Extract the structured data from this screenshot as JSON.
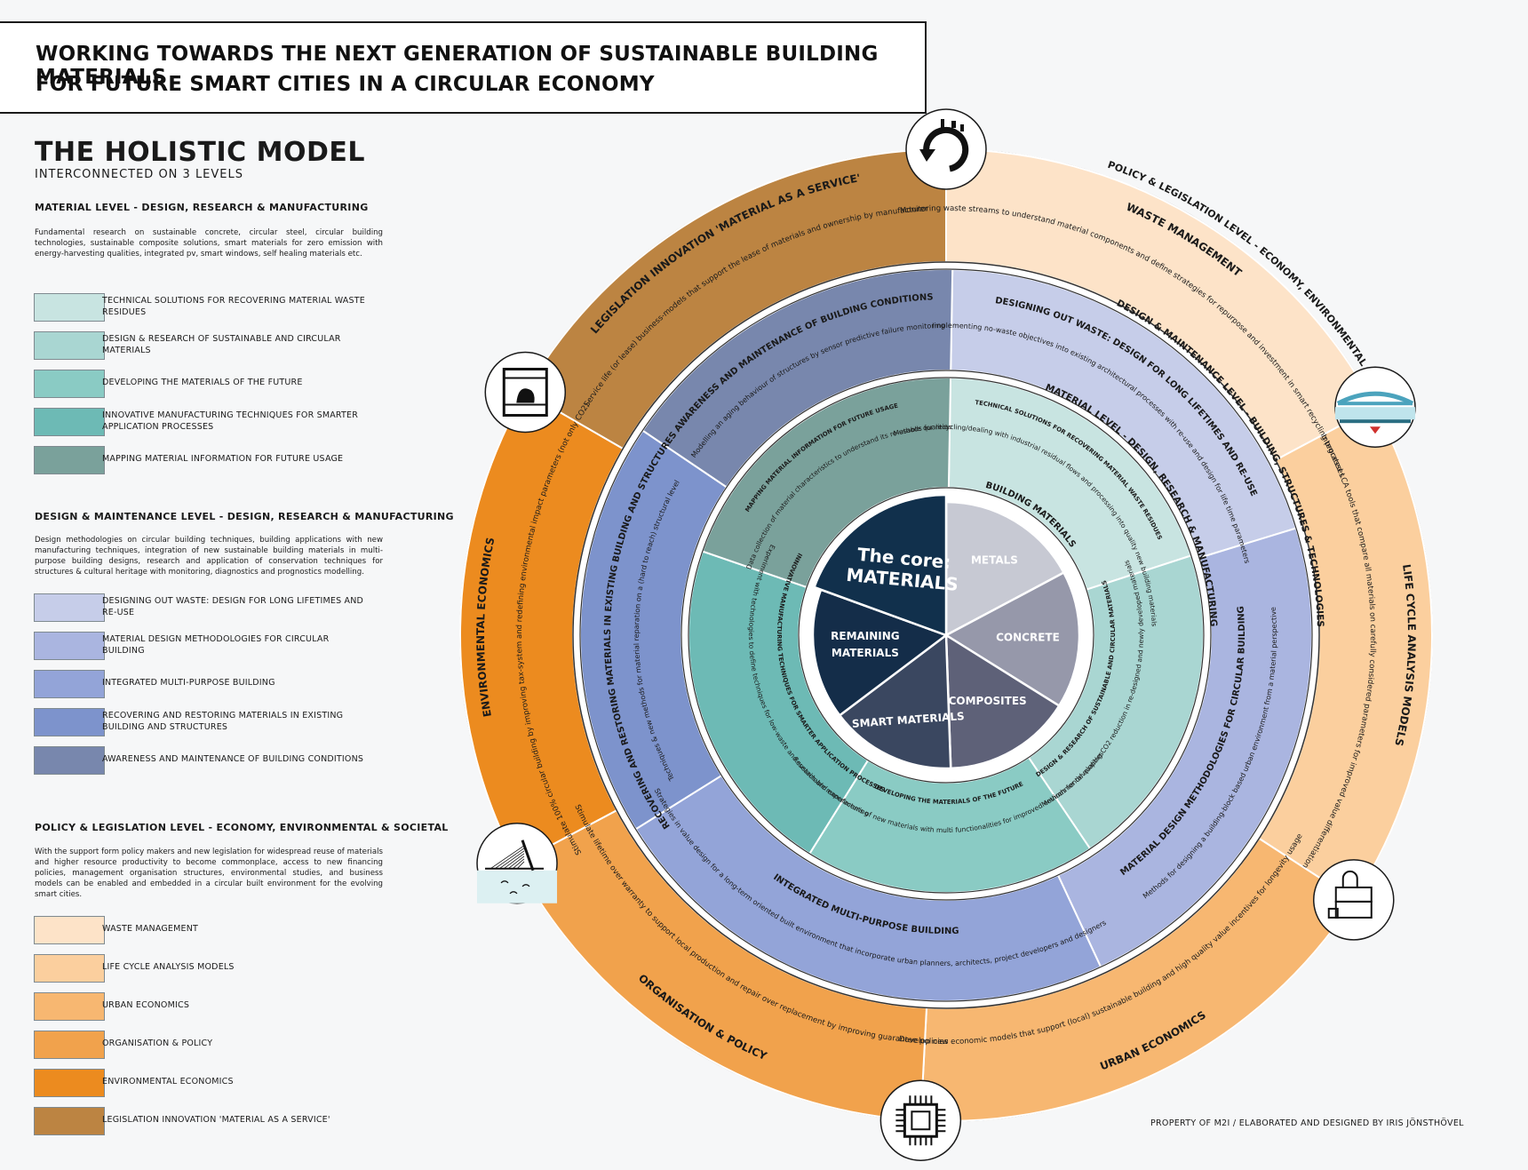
{
  "title": {
    "line1": "WORKING TOWARDS THE NEXT GENERATION OF SUSTAINABLE BUILDING MATERIALS",
    "line2": "FOR FUTURE SMART CITIES IN A CIRCULAR ECONOMY"
  },
  "model": {
    "heading": "THE HOLISTIC MODEL",
    "subheading": "INTERCONNECTED ON 3 LEVELS"
  },
  "sections": {
    "material": {
      "heading": "MATERIAL LEVEL - DESIGN, RESEARCH & MANUFACTURING",
      "body": "Fundamental research on sustainable concrete, circular steel, circular building technologies, sustainable composite solutions, smart materials for zero emission with energy-harvesting qualities, integrated pv, smart windows, self healing materials etc.",
      "legend": [
        {
          "label": "TECHNICAL SOLUTIONS FOR RECOVERING MATERIAL WASTE RESIDUES",
          "color": "#c8e4e1"
        },
        {
          "label": "DESIGN & RESEARCH OF SUSTAINABLE AND CIRCULAR MATERIALS",
          "color": "#a9d6d2"
        },
        {
          "label": "DEVELOPING THE MATERIALS OF THE FUTURE",
          "color": "#8acbc4"
        },
        {
          "label": "INNOVATIVE MANUFACTURING TECHNIQUES FOR SMARTER APPLICATION PROCESSES",
          "color": "#6dbab5"
        },
        {
          "label": "MAPPING MATERIAL INFORMATION FOR FUTURE USAGE",
          "color": "#7aa19b"
        }
      ]
    },
    "design": {
      "heading": "DESIGN & MAINTENANCE LEVEL - DESIGN, RESEARCH & MANUFACTURING",
      "body": "Design methodologies on circular building techniques, building applications with new manufacturing techniques, integration of new sustainable building materials in multi-purpose building designs, research and application of conservation techniques for structures & cultural heritage with monitoring, diagnostics and prognostics modelling.",
      "legend": [
        {
          "label": "DESIGNING OUT WASTE: DESIGN FOR LONG LIFETIMES AND RE-USE",
          "color": "#c6cde9"
        },
        {
          "label": "MATERIAL DESIGN METHODOLOGIES FOR CIRCULAR BUILDING",
          "color": "#aab5e0"
        },
        {
          "label": "INTEGRATED MULTI-PURPOSE BUILDING",
          "color": "#93a4d8"
        },
        {
          "label": "RECOVERING AND RESTORING MATERIALS IN EXISTING BUILDING AND STRUCTURES",
          "color": "#7d93cc"
        },
        {
          "label": "AWARENESS AND MAINTENANCE OF BUILDING CONDITIONS",
          "color": "#7887ad"
        }
      ]
    },
    "policy": {
      "heading": "POLICY & LEGISLATION LEVEL - ECONOMY, ENVIRONMENTAL & SOCIETAL",
      "body": "With the support form policy makers and new legislation for widespread reuse of materials and higher resource productivity to become commonplace, access to new financing policies, management organisation structures, environmental studies, and business models can be enabled and embedded in a circular built environment for the evolving smart cities.",
      "legend": [
        {
          "label": "WASTE MANAGEMENT",
          "color": "#fde3c8"
        },
        {
          "label": "LIFE CYCLE ANALYSIS MODELS",
          "color": "#fbcf9e"
        },
        {
          "label": "URBAN ECONOMICS",
          "color": "#f7b771"
        },
        {
          "label": "ORGANISATION & POLICY",
          "color": "#f1a24c"
        },
        {
          "label": "ENVIRONMENTAL ECONOMICS",
          "color": "#ec8b1f"
        },
        {
          "label": "LEGISLATION INNOVATION 'MATERIAL AS A SERVICE'",
          "color": "#bc8442"
        }
      ]
    }
  },
  "diagram": {
    "core": {
      "title_line1": "The core:",
      "title_line2": "MATERIALS",
      "label": "BUILDING MATERIALS",
      "slices": [
        {
          "label": "METALS",
          "color": "#c7c9d3"
        },
        {
          "label": "CONCRETE",
          "color": "#9698aa"
        },
        {
          "label": "COMPOSITES",
          "color": "#5e6178"
        },
        {
          "label": "SMART MATERIALS",
          "color": "#3a4760"
        },
        {
          "label": "REMAINING MATERIALS",
          "color": "#142d49"
        },
        {
          "label": "The core: MATERIALS",
          "color": "#11304c"
        }
      ]
    },
    "material_ring": {
      "label": "MATERIAL LEVEL - DESIGN, RESEARCH & MANUFACTURING",
      "segments": [
        {
          "title": "TECHNICAL SOLUTIONS FOR RECOVERING MATERIAL WASTE RESIDUES",
          "text": "Methods for recycling/dealing with industrial residual flows and processing into quality new building materials"
        },
        {
          "title": "DESIGN & RESEARCH OF SUSTAINABLE AND CIRCULAR MATERIALS",
          "text": "Methods for developing CO2 reduction in re-designed and newly developed materials"
        },
        {
          "title": "DEVELOPING THE MATERIALS OF THE FUTURE",
          "text": "Research and experiments of new materials with multi functionalities for improved environmental qualities"
        },
        {
          "title": "INNOVATIVE MANUFACTURING TECHNIQUES FOR SMARTER APPLICATION PROCESSES",
          "text": "Experiment with technologies to define techniques for low-waste and sustainable manufacturing"
        },
        {
          "title": "MAPPING MATERIAL INFORMATION FOR FUTURE USAGE",
          "text": "Data collection of material characteristics to understand its re-usable qualities"
        }
      ]
    },
    "design_ring": {
      "label": "DESIGN & MAINTENANCE LEVEL - BUILDING, STRUCTURES & TECHNOLOGIES",
      "segments": [
        {
          "title": "DESIGNING OUT WASTE: DESIGN FOR LONG LIFETIMES AND RE-USE",
          "text": "Implementing no-waste objectives into existing architectural processes with re-use and design for life time parameters"
        },
        {
          "title": "MATERIAL DESIGN METHODOLOGIES FOR CIRCULAR BUILDING",
          "text": "Methods for designing a building-block based urban environment from a material perspective"
        },
        {
          "title": "INTEGRATED MULTI-PURPOSE BUILDING",
          "text": "Strategies in value design for a long-term oriented built environment that incorporate urban planners, architects, project developers and designers"
        },
        {
          "title": "RECOVERING AND RESTORING MATERIALS IN EXISTING BUILDING AND STRUCTURES",
          "text": "Techniques & new methods for material reparation on a (hard to reach) structural level"
        },
        {
          "title": "AWARENESS AND MAINTENANCE OF BUILDING CONDITIONS",
          "text": "Modelling an aging behaviour of structures by sensor predictive failure monitoring"
        }
      ]
    },
    "policy_ring": {
      "label": "POLICY & LEGISLATION LEVEL - ECONOMY, ENVIRONMENTAL & SOCIETAL",
      "segments": [
        {
          "title": "WASTE MANAGEMENT",
          "text": "Monitoring waste streams to understand material components and define strategies for repurpose and investment in smart recycling processes"
        },
        {
          "title": "LIFE CYCLE ANALYSIS MODELS",
          "text": "Integrated LCA tools that compare all materials on carefully considered parameters for improved value differentiation"
        },
        {
          "title": "URBAN ECONOMICS",
          "text": "Develop new economic models that support (local) sustainable building and high quality value incentives for longevity usage"
        },
        {
          "title": "ORGANISATION & POLICY",
          "text": "Stimulate lifetime over warranty to support local production and repair over replacement by improving guarantee policies"
        },
        {
          "title": "ENVIRONMENTAL ECONOMICS",
          "text": "Stimulate 100% circular building by improving tax-system and redefining environmental impact parameters (not only CO2)"
        },
        {
          "title": "LEGISLATION INNOVATION 'MATERIAL AS A SERVICE'",
          "text": "Service life (or lease) business-models that support the lease of materials and ownership by manufacturer"
        }
      ]
    },
    "icons": [
      "recycle-city-icon",
      "bridge-icon",
      "building-blocks-icon",
      "chip-icon",
      "cable-bridge-icon",
      "3d-printer-icon"
    ]
  },
  "credit": "PROPERTY OF M2I / ELABORATED AND DESIGNED BY IRIS JÖNSTHÖVEL"
}
